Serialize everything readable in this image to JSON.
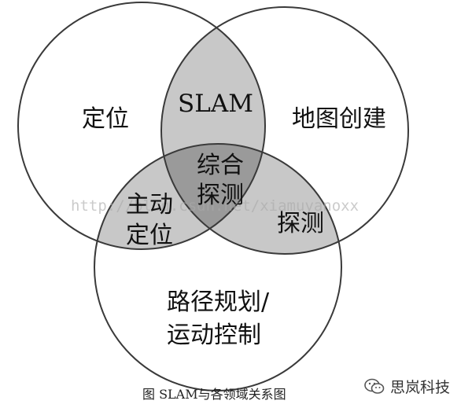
{
  "diagram": {
    "regions": {
      "positioning": "定位",
      "map_building": "地图创建",
      "slam": "SLAM",
      "active_positioning_line1": "主动",
      "active_positioning_line2": "定位",
      "comprehensive_line1": "综合",
      "comprehensive_line2": "探测",
      "exploration": "探测",
      "path_line1": "路径规划/",
      "path_line2": "运动控制"
    },
    "watermark": "http://blog.csdn.net/xiamuyanoxx",
    "colors": {
      "circle_stroke": "#3a3a3a",
      "background": "#ffffff",
      "overlap_two": "#c8c8c8",
      "overlap_three": "#9a9a9a"
    }
  },
  "caption": "图 SLAM与各领域关系图",
  "brand": {
    "name": "思岚科技",
    "icon": "wechat-icon"
  }
}
